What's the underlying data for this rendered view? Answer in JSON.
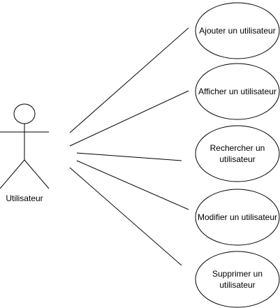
{
  "diagram": {
    "actor": {
      "label": "Utilisateur"
    },
    "use_cases": [
      {
        "label": "Ajouter un utilisateur"
      },
      {
        "label": "Afficher un utilisateur"
      },
      {
        "label": "Rechercher un utilisateur"
      },
      {
        "label": "Modifier un utilisateur"
      },
      {
        "label": "Supprimer un utilisateur"
      }
    ]
  }
}
